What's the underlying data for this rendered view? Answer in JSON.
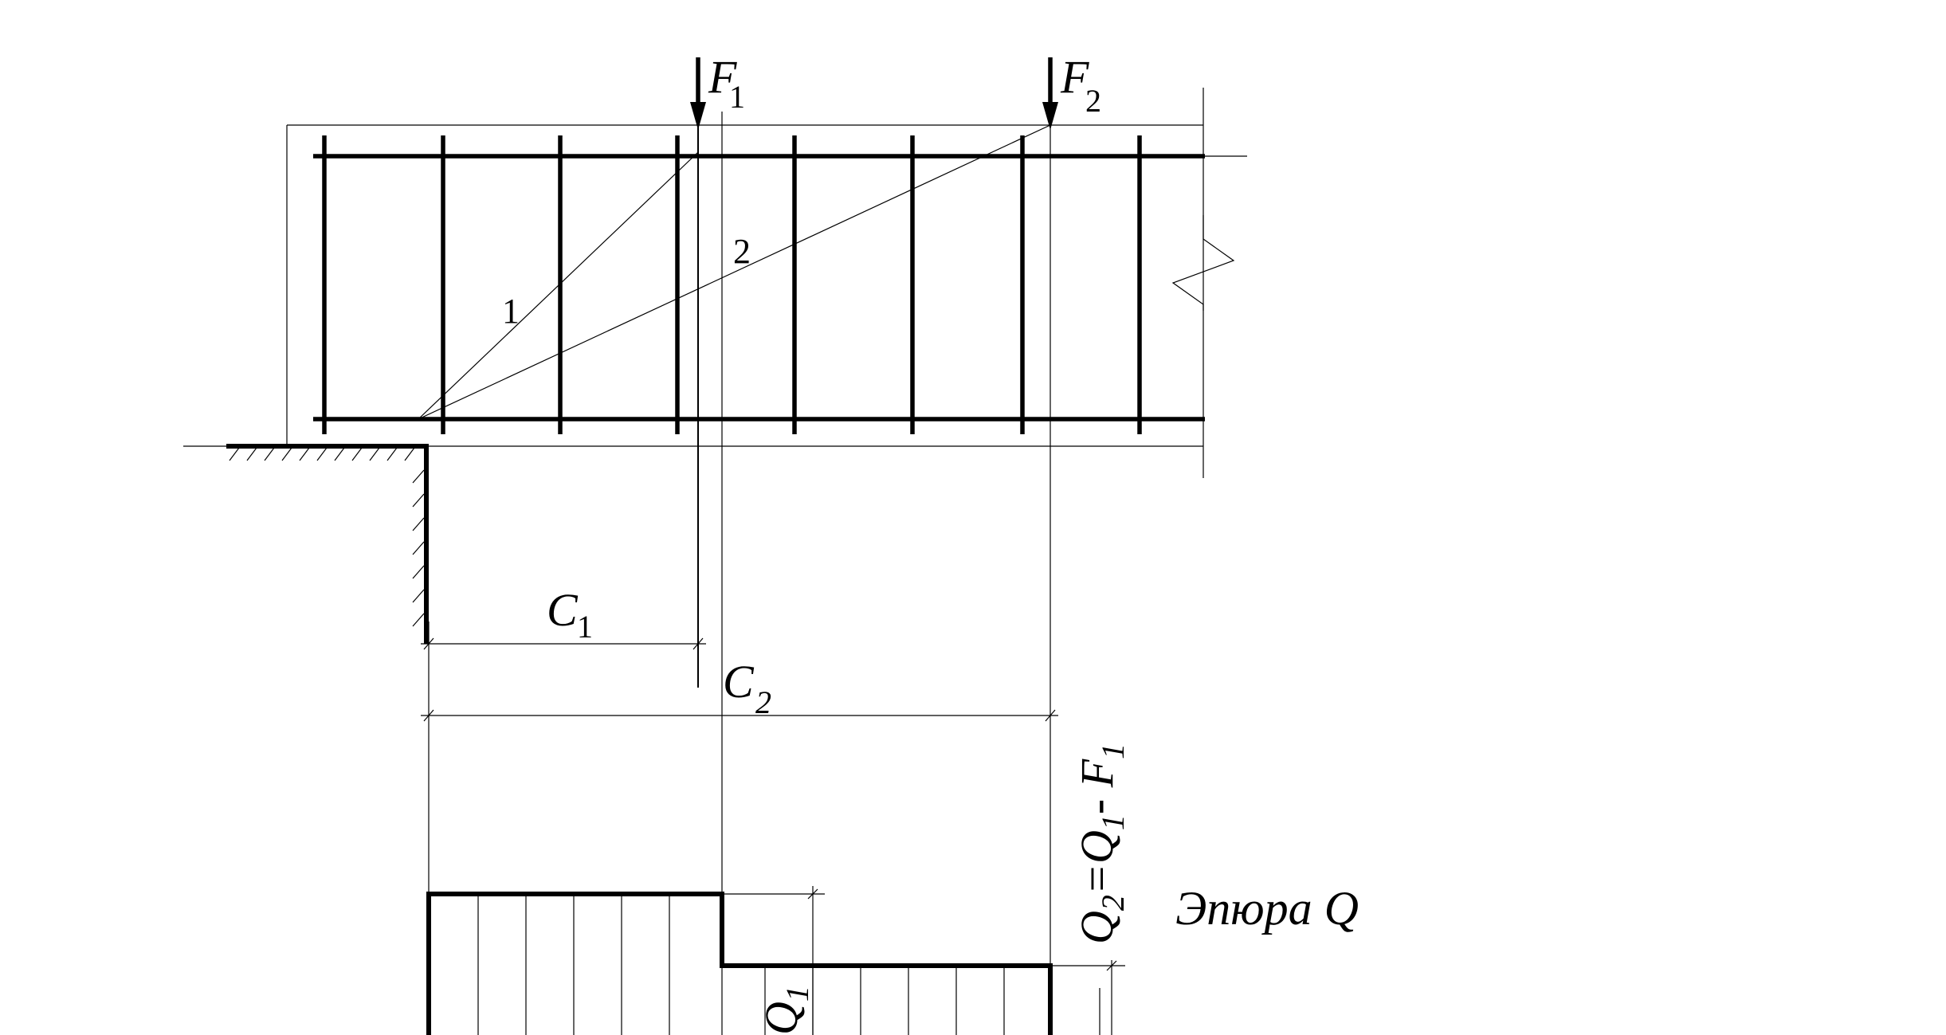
{
  "labels": {
    "force_1": "F",
    "force_1_sub": "1",
    "force_2": "F",
    "force_2_sub": "2",
    "crack_1": "1",
    "crack_2": "2",
    "dim_c1": "C",
    "dim_c1_sub": "1",
    "dim_c2": "C",
    "dim_c2_sub": "2",
    "shear_formula": "Q",
    "shear_formula_sub2": "2",
    "shear_formula_eq": "=Q",
    "shear_formula_sub1": "1",
    "shear_formula_minus": "- F",
    "shear_formula_subf": "1",
    "diagram_title": "Эпюра  Q",
    "q1_label": "Q",
    "q1_sub": "1"
  },
  "colors": {
    "ink": "#000000",
    "background": "#ffffff"
  }
}
